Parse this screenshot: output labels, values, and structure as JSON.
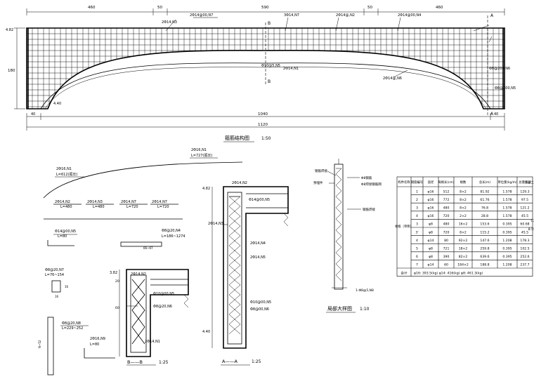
{
  "elevation": {
    "title": "箍筋结构图",
    "scale": "1:50",
    "top_dims": [
      "460",
      "50",
      "590",
      "50",
      "460"
    ],
    "mid_dims": [
      "40",
      "1040",
      "40"
    ],
    "overall_dim": "1120",
    "height_dim": "180",
    "left_level": "4.82",
    "bottom_level": "4.40",
    "callouts": [
      "2Φ14@00,N7",
      "3Φ14,N7",
      "2Φ14@,N2",
      "2Φ14@00,N4",
      "2Φ14,N3",
      "Φ10@5,N5",
      "2Φ14,N1",
      "2Φ14@,N6",
      "Φ8@200,N5",
      "Φ8@200,N6"
    ],
    "section_marks": [
      "B",
      "B",
      "A",
      "A"
    ]
  },
  "rebar_details": {
    "arch_bar": {
      "label": "2Φ16,N1",
      "length": "L=612(弧长)"
    },
    "top_bar": {
      "label": "2Φ16,N1",
      "length": "L=727(弧长)"
    },
    "bars": [
      {
        "label": "2Φ14,N2",
        "length": "L=480"
      },
      {
        "label": "2Φ14,N3",
        "length": "L=480"
      },
      {
        "label": "2Φ14,N7",
        "length": "L=720"
      },
      {
        "label": "2Φ14,N7",
        "length": "L=720"
      }
    ],
    "stirrup_n5": {
      "label": "Φ14@00,N5",
      "length": "L=80"
    },
    "stirrup_n4": {
      "label": "Φ8@20,N4",
      "length": "L=186~1274"
    },
    "hoop_n7": {
      "label": "Φ8@20,N7",
      "length": "L=76~154"
    },
    "bar_n8": {
      "label": "Φ8@20,N8",
      "length": "L=229~252"
    },
    "bar_n9": {
      "label": "2Φ16,N9",
      "length": "L=80"
    }
  },
  "section_b": {
    "title": "B——B",
    "scale": "1:25",
    "labels": [
      "2Φ14,N2",
      "Φ10@00,N5",
      "Φ8@20,N6",
      "2Φ14,N1"
    ],
    "dims": [
      "20",
      "60"
    ],
    "level": "3.82"
  },
  "section_a": {
    "title": "A——A",
    "scale": "1:25",
    "labels": [
      "2Φ14,N2",
      "Φ14@00,N5",
      "2Φ14,N3",
      "2Φ14,N4",
      "2Φ14,N5",
      "Φ10@00,N5",
      "Φ8@00,N6"
    ],
    "levels": [
      "4.82",
      "4.40"
    ]
  },
  "node_detail": {
    "title": "局部大样图",
    "scale": "1:10",
    "labels": [
      "钢筋焊接",
      "Φ8钢筋",
      "预埋件",
      "Φ8焊接钢筋网",
      "1-Φ8@5,N8",
      "钢筋焊接"
    ]
  },
  "table": {
    "headers": [
      "构件名称",
      "钢筋编号",
      "直径",
      "每根长(cm)",
      "根数",
      "总长(m)",
      "单位重(kg/m)",
      "总重(kg)",
      "混凝土(m³)"
    ],
    "group_label": "桥板（单侧）",
    "rows": [
      [
        "1",
        "φ16",
        "512",
        "8×2",
        "81.92",
        "1.578",
        "129.3"
      ],
      [
        "2",
        "φ16",
        "772",
        "8×2",
        "61.76",
        "1.578",
        "97.5"
      ],
      [
        "3",
        "φ16",
        "480",
        "8×2",
        "76.8",
        "1.578",
        "121.2"
      ],
      [
        "4",
        "φ16",
        "720",
        "2×2",
        "28.8",
        "1.578",
        "45.5"
      ],
      [
        "3",
        "φ8",
        "480",
        "16×2",
        "153.6",
        "0.395",
        "60.68"
      ],
      [
        "3'",
        "φ8",
        "720",
        "8×2",
        "115.2",
        "0.395",
        "45.5"
      ],
      [
        "4",
        "φ14",
        "80",
        "92×2",
        "147.6",
        "1.208",
        "178.3"
      ],
      [
        "5",
        "φ8",
        "721",
        "18×2",
        "259.8",
        "0.395",
        "102.5"
      ],
      [
        "6",
        "φ8",
        "390",
        "82×2",
        "639.6",
        "0.395",
        "252.6"
      ],
      [
        "7",
        "φ14",
        "60",
        "184×2",
        "188.8",
        "1.208",
        "237.7"
      ]
    ],
    "concrete": [
      "C30",
      "8.55m³"
    ],
    "total_label": "合计",
    "total_text": "φ16: 393.5(kg)   φ14: 416(kg)   φ8: 461.3(kg)"
  }
}
